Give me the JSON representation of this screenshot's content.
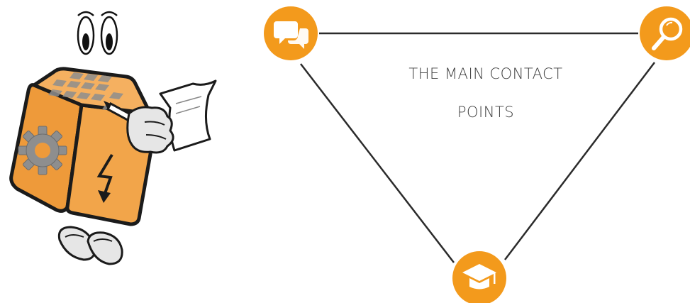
{
  "diagram": {
    "title_lines": [
      "THE MAIN CONTACT",
      "POINTS"
    ],
    "nodes": [
      {
        "id": "chat",
        "icon": "speech-bubbles-icon"
      },
      {
        "id": "search",
        "icon": "magnifier-icon"
      },
      {
        "id": "education",
        "icon": "graduation-cap-icon"
      }
    ],
    "edges": [
      [
        "chat",
        "search"
      ],
      [
        "chat",
        "education"
      ],
      [
        "search",
        "education"
      ]
    ]
  },
  "mascot": {
    "icon": "cube-mascot-icon",
    "face_icons": [
      "gear-icon",
      "lightning-icon",
      "grid-icon"
    ]
  },
  "colors": {
    "accent_orange": "#f39a1c",
    "cube_orange": "#ee9a3a",
    "cube_outline": "#1b1b1b",
    "cube_gray": "#8e8e8e",
    "line": "#2b2b2b",
    "text": "#3f3f3f"
  }
}
